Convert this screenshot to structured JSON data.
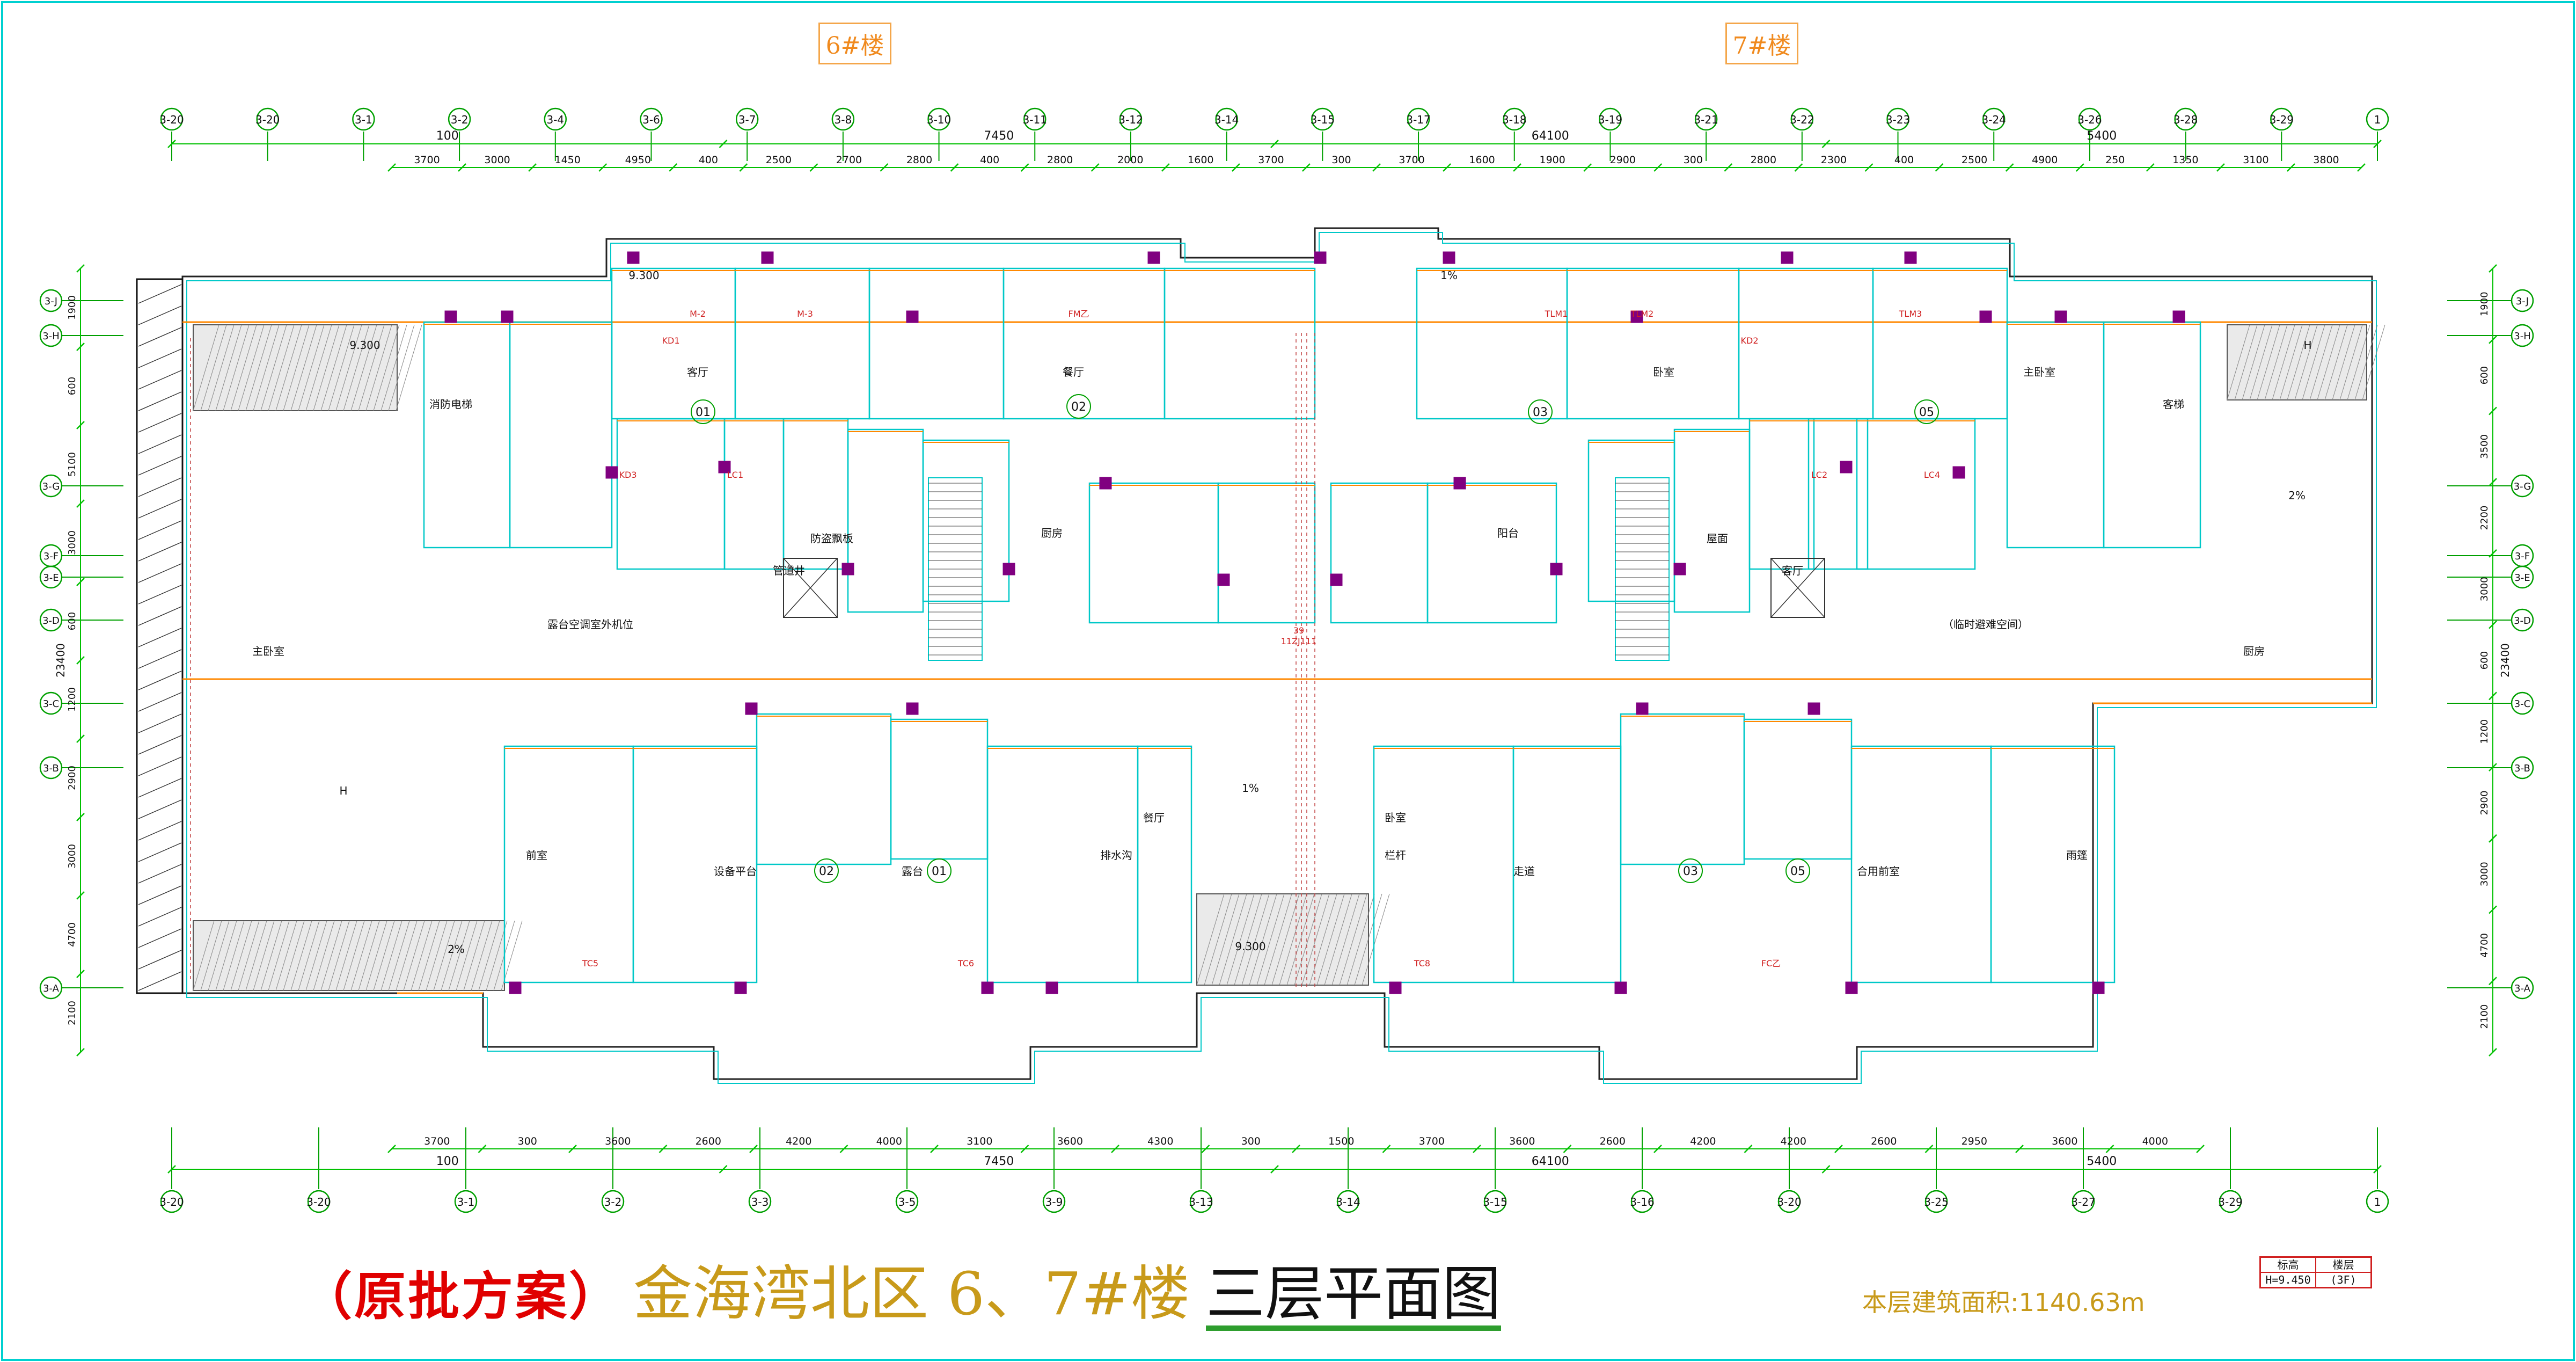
{
  "buildings": [
    "6#楼",
    "7#楼"
  ],
  "title": {
    "prefix": "（原批方案）",
    "project": "金海湾北区 6、7#楼",
    "drawing": "三层平面图"
  },
  "area_note": "本层建筑面积:1140.63m",
  "stamp": {
    "h1": "标高",
    "h2": "楼层",
    "v1": "H=9.450",
    "v2": "(3F)"
  },
  "colors": {
    "frame": "#00d0d0",
    "wall": "#ff8800",
    "dim": "#00c000",
    "struct": "#800080",
    "axis": "#00a000",
    "text": "#111111"
  },
  "axes_top": [
    "3-20",
    "3-20",
    "3-1",
    "3-2",
    "3-4",
    "3-6",
    "3-7",
    "3-8",
    "3-10",
    "3-11",
    "3-12",
    "3-14",
    "3-15",
    "3-17",
    "3-18",
    "3-19",
    "3-21",
    "3-22",
    "3-23",
    "3-24",
    "3-26",
    "3-28",
    "3-29",
    "1"
  ],
  "axes_bottom": [
    "3-20",
    "3-20",
    "3-1",
    "3-2",
    "3-3",
    "3-5",
    "3-9",
    "3-13",
    "3-14",
    "3-15",
    "3-16",
    "3-20",
    "3-25",
    "3-27",
    "3-29",
    "1"
  ],
  "axes_left": [
    "3-J",
    "3-H",
    "3-G",
    "3-F",
    "3-E",
    "3-D",
    "3-C",
    "3-B",
    "3-A"
  ],
  "axes_right": [
    "3-J",
    "3-H",
    "3-G",
    "3-F",
    "3-E",
    "3-D",
    "3-C",
    "3-B",
    "3-A"
  ],
  "dims_top_total": [
    "100",
    "7450",
    "64100",
    "5400"
  ],
  "dims_top_row": [
    "3700",
    "3000",
    "1450",
    "4950",
    "400",
    "2500",
    "2700",
    "2800",
    "400",
    "2800",
    "2000",
    "1600",
    "3700",
    "300",
    "3700",
    "1600",
    "1900",
    "2900",
    "300",
    "2800",
    "2300",
    "400",
    "2500",
    "4900",
    "250",
    "1350",
    "3100",
    "3800"
  ],
  "dims_bottom_row": [
    "3700",
    "300",
    "3600",
    "2600",
    "4200",
    "4000",
    "3100",
    "3600",
    "4300",
    "300",
    "1500",
    "3700",
    "3600",
    "2600",
    "4200",
    "4200",
    "2600",
    "2950",
    "3600",
    "4000"
  ],
  "dims_bottom_total": [
    "100",
    "7450",
    "64100",
    "5400"
  ],
  "dims_left": [
    "1900",
    "600",
    "5100",
    "3000",
    "600",
    "1200",
    "2900",
    "3000",
    "4700",
    "2100"
  ],
  "dims_left_total": "23400",
  "dims_right": [
    "1900",
    "600",
    "3500",
    "2200",
    "3000",
    "600",
    "1200",
    "2900",
    "3000",
    "4700",
    "2100"
  ],
  "dims_right_total": "23400",
  "units": [
    "01",
    "02",
    "03",
    "05",
    "02",
    "01",
    "03",
    "05"
  ],
  "room_labels": [
    "客厅",
    "餐厅",
    "卧室",
    "主卧室",
    "厨房",
    "阳台",
    "设备平台",
    "露台",
    "走道",
    "合用前室",
    "消防电梯",
    "客梯",
    "前室",
    "排水沟",
    "栏杆",
    "雨篷",
    "防盗飘板",
    "屋面",
    "露台空调室外机位",
    "（临时避难空间）",
    "管道井"
  ],
  "elev_labels": [
    "9.300",
    "H",
    "2%",
    "1%"
  ],
  "marks": [
    "M-2",
    "M-3",
    "FM乙",
    "TLM1",
    "TLM2",
    "TLM3",
    "KD1",
    "KD2",
    "KD3",
    "LC1",
    "LC2",
    "LC4",
    "TC5",
    "TC6",
    "TC8",
    "FC乙",
    "11ZJ111",
    "39"
  ]
}
